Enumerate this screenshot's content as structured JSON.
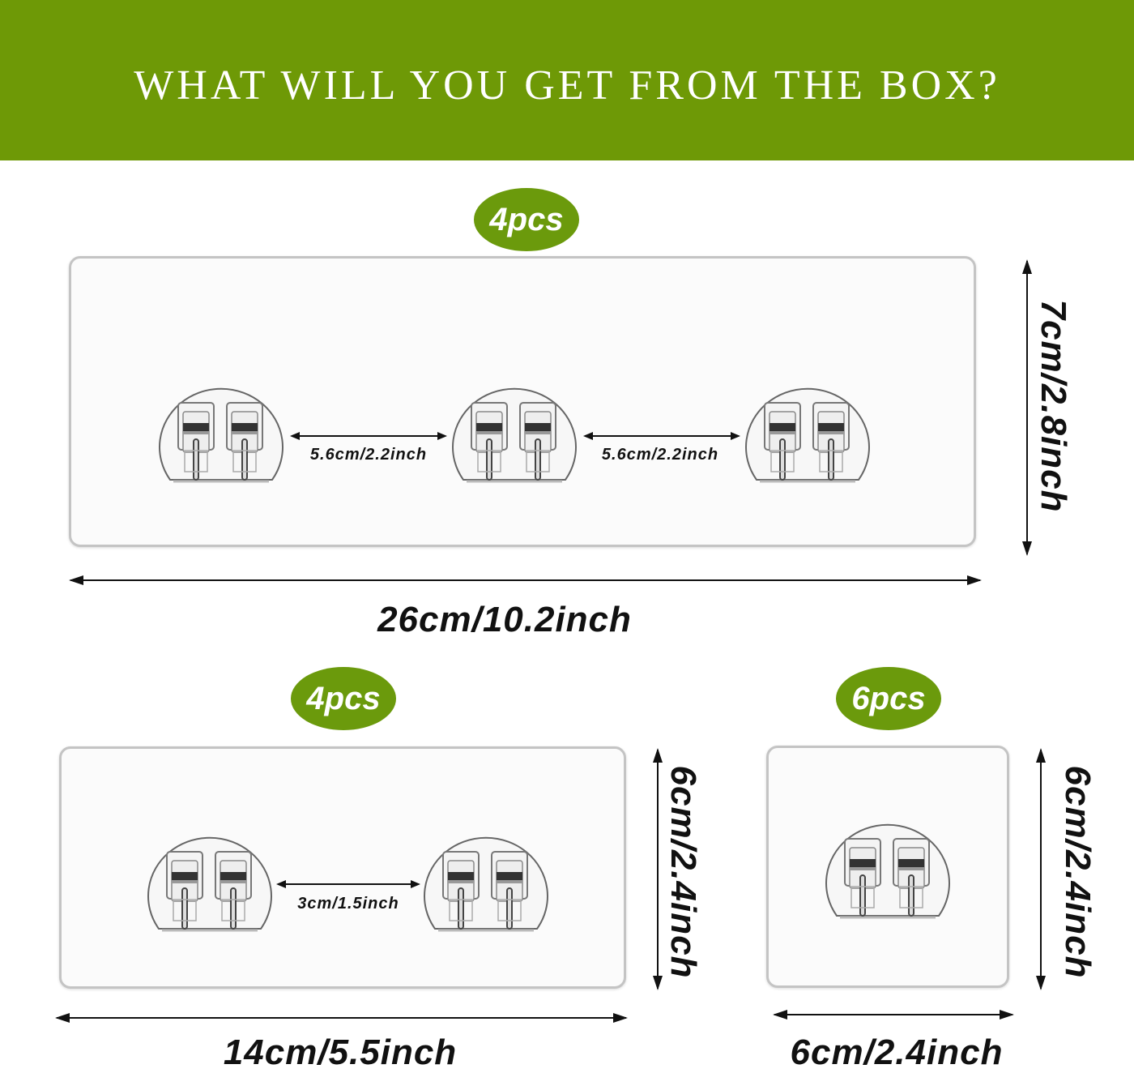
{
  "header": {
    "title": "WHAT WILL YOU GET FROM THE BOX?"
  },
  "colors": {
    "header_green": "#6e9906",
    "badge_green": "#6b9a0c"
  },
  "products": [
    {
      "quantity": "4pcs",
      "width_label": "26cm/10.2inch",
      "height_label": "7cm/2.8inch",
      "hook_clusters": 3,
      "spacing_label": "5.6cm/2.2inch"
    },
    {
      "quantity": "4pcs",
      "width_label": "14cm/5.5inch",
      "height_label": "6cm/2.4inch",
      "hook_clusters": 2,
      "spacing_label": "3cm/1.5inch"
    },
    {
      "quantity": "6pcs",
      "width_label": "6cm/2.4inch",
      "height_label": "6cm/2.4inch",
      "hook_clusters": 1
    }
  ]
}
